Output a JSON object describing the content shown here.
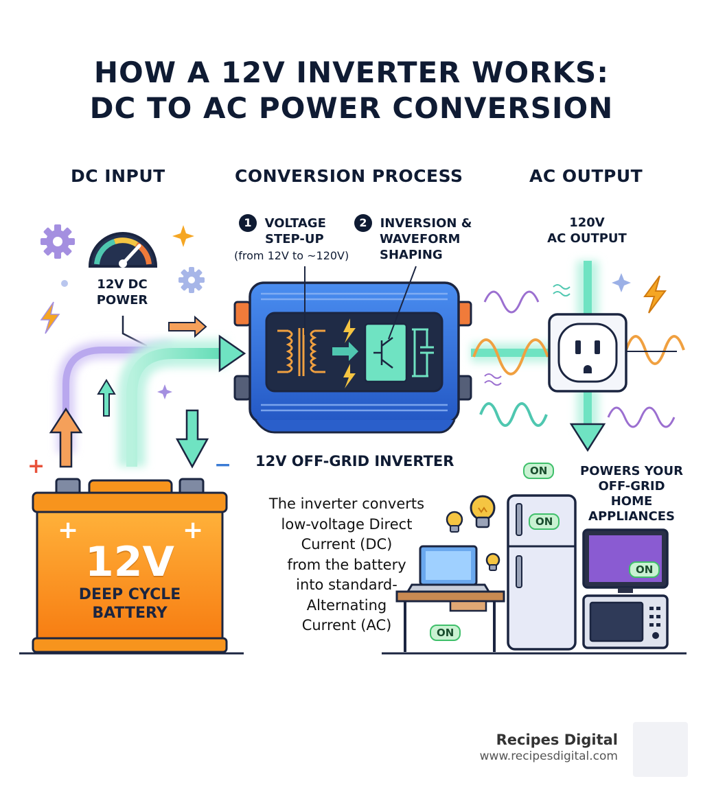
{
  "title": {
    "line1": "HOW A 12V INVERTER WORKS:",
    "line2": "DC TO AC POWER CONVERSION"
  },
  "sections": {
    "dc_input": "DC INPUT",
    "conversion": "CONVERSION PROCESS",
    "ac_output": "AC OUTPUT"
  },
  "dc_power": {
    "line1": "12V DC",
    "line2": "POWER"
  },
  "steps": [
    {
      "number": "1",
      "line1": "VOLTAGE",
      "line2": "STEP-UP",
      "note": "(from 12V to ~120V)"
    },
    {
      "number": "2",
      "line1": "INVERSION &",
      "line2": "WAVEFORM",
      "line3": "SHAPING"
    }
  ],
  "ac_output_label": {
    "line1": "120V",
    "line2": "AC OUTPUT"
  },
  "inverter_label": "12V OFF-GRID INVERTER",
  "battery": {
    "voltage": "12V",
    "line1": "DEEP CYCLE",
    "line2": "BATTERY",
    "plus": "+",
    "minus": "−"
  },
  "description": [
    "The inverter converts",
    "low-voltage Direct",
    "Current (DC)",
    "from the battery",
    "into standard-",
    "Alternating",
    "Current (AC)"
  ],
  "appliances_label": {
    "line1": "POWERS YOUR",
    "line2": "OFF-GRID",
    "line3": "HOME",
    "line4": "APPLIANCES"
  },
  "on_badges": {
    "top": "ON",
    "fridge": "ON",
    "tv": "ON",
    "desk": "ON"
  },
  "brand": {
    "name": "Recipes Digital",
    "url": "www.recipesdigital.com"
  },
  "icons": [
    "gear-icon",
    "gauge-icon",
    "sparkle-icon",
    "lightning-icon",
    "outlet-icon",
    "lightbulb-icon",
    "laptop-icon",
    "fridge-icon",
    "tv-icon",
    "microwave-icon"
  ],
  "colors": {
    "title": "#0f1b33",
    "battery": "#f7941d",
    "inverter": "#2e6fd6",
    "dc_flow": "#a98ee8",
    "ac_flow": "#6fe3c2",
    "wave_orange": "#f0a040",
    "wave_teal": "#4fc7b0",
    "wave_purple": "#9b6fd0"
  }
}
